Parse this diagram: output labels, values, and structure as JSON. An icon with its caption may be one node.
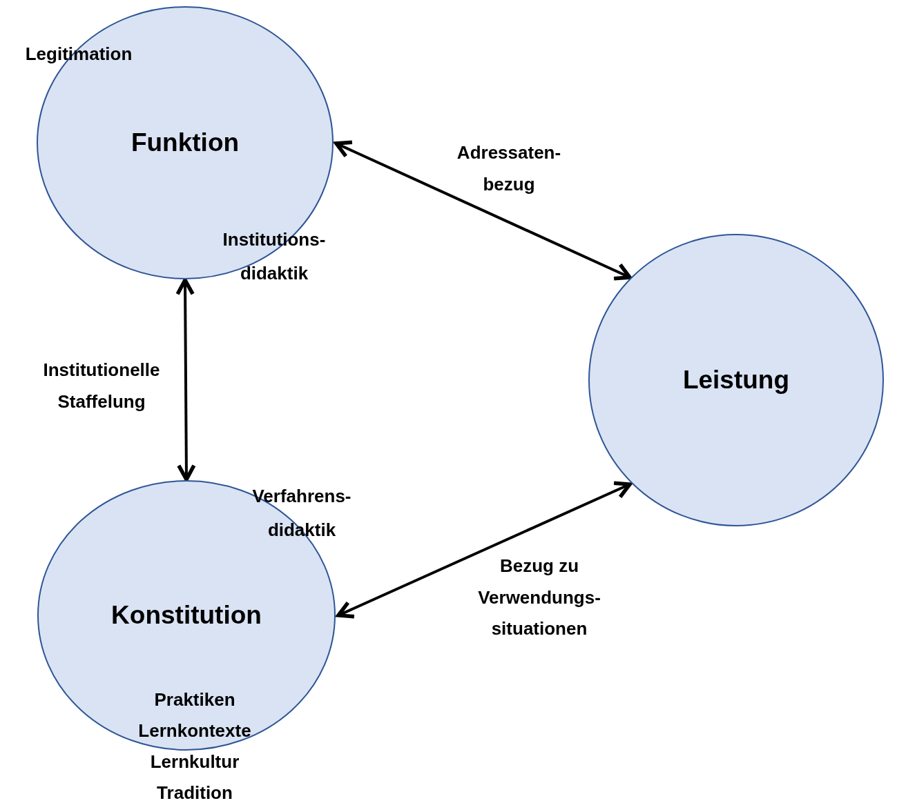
{
  "diagram": {
    "nodes": [
      {
        "text": [
          "Funktion"
        ]
      },
      {
        "text": [
          "Leistung"
        ]
      },
      {
        "text": [
          "Konstitution"
        ]
      }
    ],
    "edges": [
      {
        "from": 0,
        "to": 1,
        "arrow": "both",
        "label": "Adressaten- bezug"
      },
      {
        "from": 0,
        "to": 2,
        "arrow": "both",
        "label": "Institutionelle Staffelung"
      },
      {
        "from": 2,
        "to": 1,
        "arrow": "both",
        "label": "Bezug zu Verwendungs- situationen"
      }
    ],
    "labels": [
      "Legitimation",
      "Institutions- didaktik",
      "Verfahrens- didaktik",
      "Praktiken",
      "Lernkontexte",
      "Lernkultur",
      "Tradition"
    ]
  }
}
